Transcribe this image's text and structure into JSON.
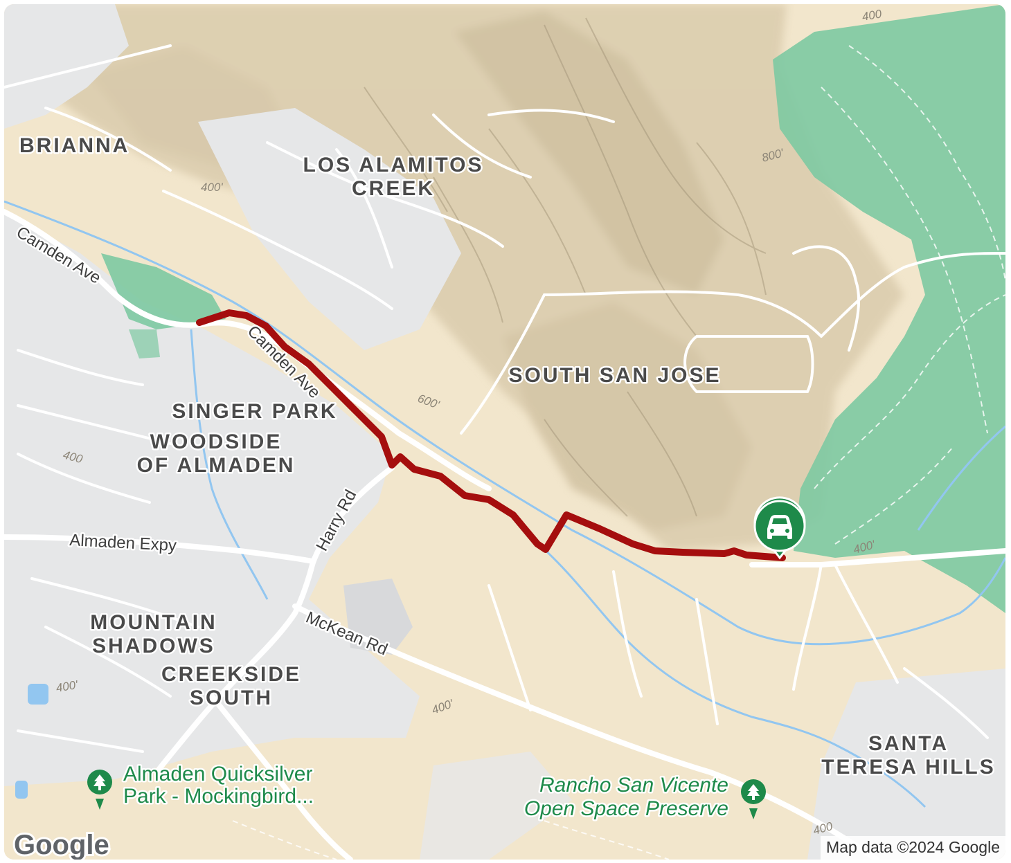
{
  "map": {
    "colors": {
      "land": "#f2e6cc",
      "urban": "#e6e7e8",
      "park": "#7dc9a2",
      "water": "#92c6f0",
      "road": "#ffffff",
      "route": "#a50e0e",
      "marker": "#1e8a4a"
    },
    "neighborhoods": {
      "brianna": "BRIANNA",
      "los_alamitos_1": "LOS ALAMITOS",
      "los_alamitos_2": "CREEK",
      "south_san_jose": "SOUTH SAN JOSE",
      "singer_park": "SINGER PARK",
      "woodside_1": "WOODSIDE",
      "woodside_2": "OF ALMADEN",
      "mountain_shadows_1": "MOUNTAIN",
      "mountain_shadows_2": "SHADOWS",
      "creekside_1": "CREEKSIDE",
      "creekside_2": "SOUTH",
      "santa_teresa_1": "SANTA",
      "santa_teresa_2": "TERESA HILLS"
    },
    "roads": {
      "camden_ave": "Camden Ave",
      "camden_ave_2": "Camden Ave",
      "harry_rd": "Harry Rd",
      "almaden_expy": "Almaden Expy",
      "mckean_rd": "McKean Rd"
    },
    "contours": {
      "c400_a": "400'",
      "c400_b": "400",
      "c400_c": "400'",
      "c400_d": "400'",
      "c400_e": "400'",
      "c400_f": "400",
      "c400_g": "400'",
      "c800": "800'",
      "c600": "600'",
      "c400_top": "400"
    },
    "pois": {
      "almaden_1": "Almaden Quicksilver",
      "almaden_2": "Park - Mockingbird...",
      "rancho_1": "Rancho San Vicente",
      "rancho_2": "Open Space Preserve"
    },
    "logo": "Google",
    "attribution": "Map data ©2024 Google",
    "icons": {
      "marker": "car-parking-marker-icon",
      "poi": "tree-park-icon"
    }
  }
}
